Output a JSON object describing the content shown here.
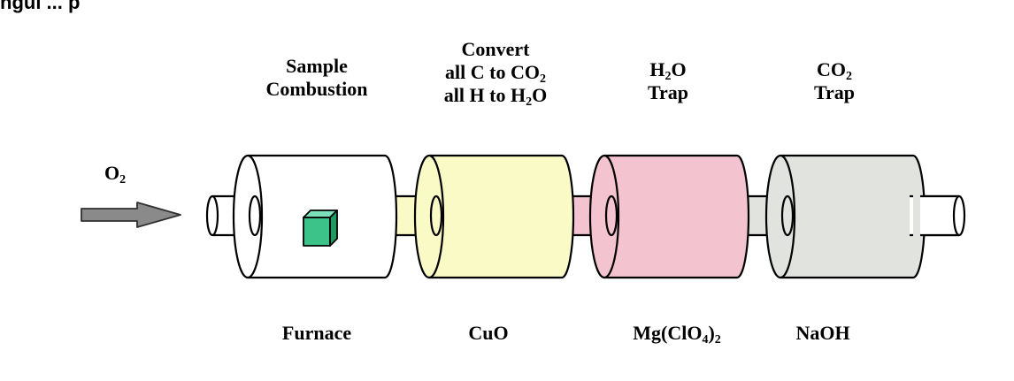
{
  "header": {
    "title": "ngui   ...   p"
  },
  "input": {
    "gas": "O",
    "gas_sub": "2"
  },
  "stages": [
    {
      "id": "furnace",
      "top": [
        "Sample",
        "Combustion"
      ],
      "bottom": "Furnace",
      "fill": "#ffffff"
    },
    {
      "id": "cuo",
      "top_convert": "Convert",
      "top_line2": {
        "pre": "all C to CO",
        "sub": "2"
      },
      "top_line3": {
        "pre": "all H to H",
        "sub": "2",
        "post": "O"
      },
      "bottom": "CuO",
      "fill": "#f9fac6"
    },
    {
      "id": "h2o-trap",
      "top_line1": {
        "pre": "H",
        "sub": "2",
        "post": "O"
      },
      "top_line2": "Trap",
      "bottom": {
        "pre": "Mg(ClO",
        "sub1": "4",
        "mid": ")",
        "sub2": "2"
      },
      "fill": "#f3c3cf"
    },
    {
      "id": "co2-trap",
      "top_line1": {
        "pre": "CO",
        "sub": "2"
      },
      "top_line2": "Trap",
      "bottom": "NaOH",
      "fill": "#e1e3df"
    }
  ],
  "colors": {
    "sample_cube": "#3cc38a",
    "arrow": "#8a8a8a",
    "outline": "#000000"
  },
  "icons": {
    "sample": "cube-icon",
    "flow": "arrow-right-icon"
  }
}
